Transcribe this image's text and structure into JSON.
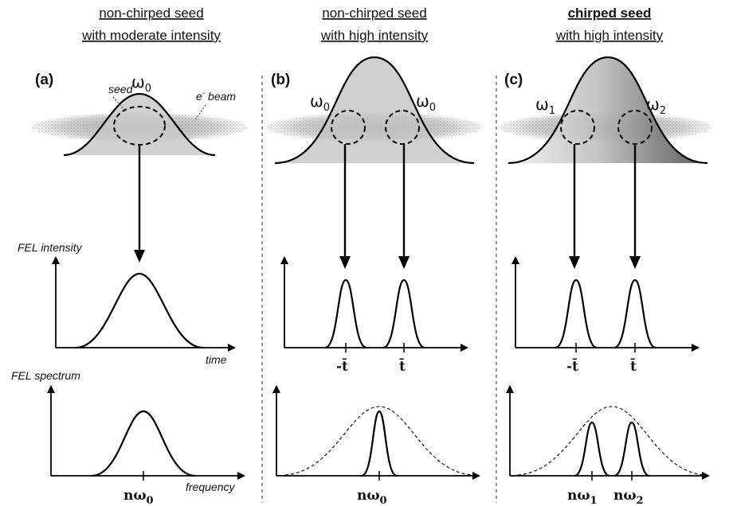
{
  "panels": [
    {
      "letter": "(a)",
      "header_line1": "non-chirped seed",
      "header_line2": "with moderate intensity",
      "seed_label": "seed",
      "beam_label": "e",
      "beam_label_sup": "-",
      "beam_label_tail": " beam",
      "omega_left": "ω",
      "omega_left_sub": "0",
      "intensity_label": "FEL intensity",
      "time_label": "time",
      "spectrum_label": "FEL spectrum",
      "frequency_label": "frequency",
      "spectrum_tick": "nω",
      "spectrum_tick_sub": "0"
    },
    {
      "letter": "(b)",
      "header_line1": "non-chirped seed",
      "header_line2": "with high intensity",
      "omega_left": "ω",
      "omega_left_sub": "0",
      "omega_right": "ω",
      "omega_right_sub": "0",
      "time_tick_left": "-t̄",
      "time_tick_right": "t̄",
      "spectrum_tick": "nω",
      "spectrum_tick_sub": "0"
    },
    {
      "letter": "(c)",
      "header_line1": "chirped seed",
      "header_line2": "with high intensity",
      "omega_left": "ω",
      "omega_left_sub": "1",
      "omega_right": "ω",
      "omega_right_sub": "2",
      "time_tick_left": "-t̄",
      "time_tick_right": "t̄",
      "spectrum_tick_left": "nω",
      "spectrum_tick_left_sub": "1",
      "spectrum_tick_right": "nω",
      "spectrum_tick_right_sub": "2"
    }
  ],
  "colors": {
    "seed_fill": "#c8c8c8",
    "beam_dots": "#8a8a8a",
    "line": "#000000"
  }
}
